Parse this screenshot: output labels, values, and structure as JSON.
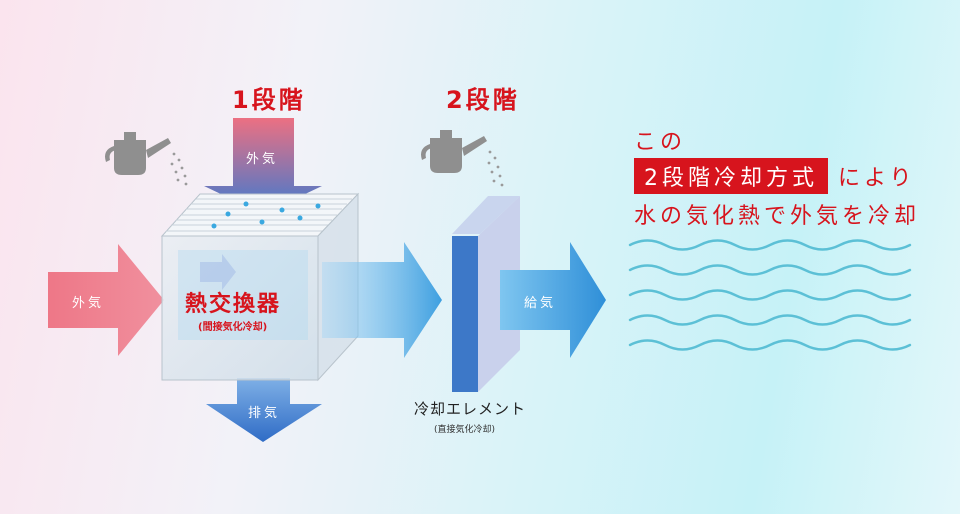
{
  "stages": {
    "stage1": "1段階",
    "stage2": "2段階"
  },
  "arrows": {
    "outside_air_top": "外気",
    "outside_air_left": "外気",
    "exhaust": "排気",
    "supply": "給気"
  },
  "heat_exchanger": {
    "title": "熱交換器",
    "subtitle": "(間接気化冷却)"
  },
  "cooling_element": {
    "title": "冷却エレメント",
    "subtitle": "(直接気化冷却)"
  },
  "tagline": {
    "line1": "この",
    "highlight": "2段階冷却方式",
    "line2_suffix": "により",
    "line3": "水の気化熱で外気を冷却"
  },
  "colors": {
    "accent_red": "#d7141d",
    "arrow_pink": "#ee7787",
    "arrow_blue": "#3a84d6",
    "wave_blue": "#5cc0d6"
  }
}
